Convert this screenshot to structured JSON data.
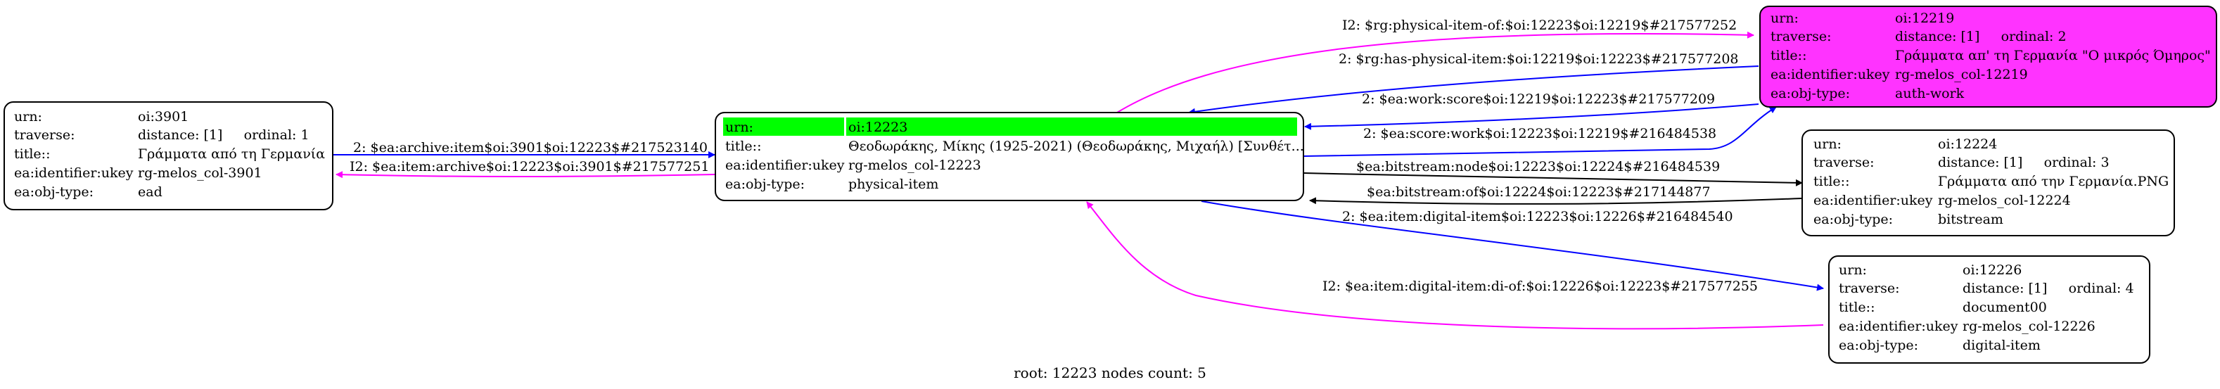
{
  "colors": {
    "root_highlight": "#00ff00",
    "selected_node_fill": "#ff33ff",
    "edge_blue": "#0000ff",
    "edge_magenta": "#ff00ff",
    "edge_black": "#000000"
  },
  "nodes": [
    {
      "id": "n3901",
      "rows": [
        {
          "key": "urn:",
          "value": "oi:3901"
        },
        {
          "key": "traverse:",
          "value": "distance: [1]     ordinal: 1"
        },
        {
          "key": "title::",
          "value": "Γράμματα από τη Γερμανία"
        },
        {
          "key": "ea:identifier:ukey",
          "value": "rg-melos_col-3901"
        },
        {
          "key": "ea:obj-type:",
          "value": "ead"
        }
      ]
    },
    {
      "id": "n12223",
      "rows": [
        {
          "key": "urn:",
          "value": "oi:12223"
        },
        {
          "key": "title::",
          "value": "Θεοδωράκης, Μίκης (1925-2021) (Θεοδωράκης, Μιχαήλ) [Συνθέτ..."
        },
        {
          "key": "ea:identifier:ukey",
          "value": "rg-melos_col-12223"
        },
        {
          "key": "ea:obj-type:",
          "value": "physical-item"
        }
      ]
    },
    {
      "id": "n12219",
      "rows": [
        {
          "key": "urn:",
          "value": "oi:12219"
        },
        {
          "key": "traverse:",
          "value": "distance: [1]     ordinal: 2"
        },
        {
          "key": "title::",
          "value": "Γράμματα απ' τη Γερμανία \"Ο μικρός Όμηρος\""
        },
        {
          "key": "ea:identifier:ukey",
          "value": "rg-melos_col-12219"
        },
        {
          "key": "ea:obj-type:",
          "value": "auth-work"
        }
      ]
    },
    {
      "id": "n12224",
      "rows": [
        {
          "key": "urn:",
          "value": "oi:12224"
        },
        {
          "key": "traverse:",
          "value": "distance: [1]     ordinal: 3"
        },
        {
          "key": "title::",
          "value": "Γράμματα από την Γερμανία.PNG"
        },
        {
          "key": "ea:identifier:ukey",
          "value": "rg-melos_col-12224"
        },
        {
          "key": "ea:obj-type:",
          "value": "bitstream"
        }
      ]
    },
    {
      "id": "n12226",
      "rows": [
        {
          "key": "urn:",
          "value": "oi:12226"
        },
        {
          "key": "traverse:",
          "value": "distance: [1]     ordinal: 4"
        },
        {
          "key": "title::",
          "value": "document00"
        },
        {
          "key": "ea:identifier:ukey",
          "value": "rg-melos_col-12226"
        },
        {
          "key": "ea:obj-type:",
          "value": "digital-item"
        }
      ]
    }
  ],
  "edges": [
    {
      "id": "e1",
      "label": "I2: $rg:physical-item-of:$oi:12223$oi:12219$#217577252",
      "color": "#ff00ff"
    },
    {
      "id": "e2",
      "label": "2: $rg:has-physical-item:$oi:12219$oi:12223$#217577208",
      "color": "#0000ff"
    },
    {
      "id": "e3",
      "label": "2: $ea:work:score$oi:12219$oi:12223$#217577209",
      "color": "#0000ff"
    },
    {
      "id": "e4",
      "label": "2: $ea:score:work$oi:12223$oi:12219$#216484538",
      "color": "#0000ff"
    },
    {
      "id": "e5",
      "label": "$ea:bitstream:node$oi:12223$oi:12224$#216484539",
      "color": "#000000"
    },
    {
      "id": "e6",
      "label": "$ea:bitstream:of$oi:12224$oi:12223$#217144877",
      "color": "#000000"
    },
    {
      "id": "e7",
      "label": "2: $ea:item:digital-item$oi:12223$oi:12226$#216484540",
      "color": "#0000ff"
    },
    {
      "id": "e8",
      "label": "I2: $ea:item:digital-item:di-of:$oi:12226$oi:12223$#217577255",
      "color": "#ff00ff"
    },
    {
      "id": "e9",
      "label": "2: $ea:archive:item$oi:3901$oi:12223$#217523140",
      "color": "#0000ff"
    },
    {
      "id": "e10",
      "label": "I2: $ea:item:archive$oi:12223$oi:3901$#217577251",
      "color": "#ff00ff"
    }
  ],
  "caption": "root: 12223 nodes count: 5"
}
